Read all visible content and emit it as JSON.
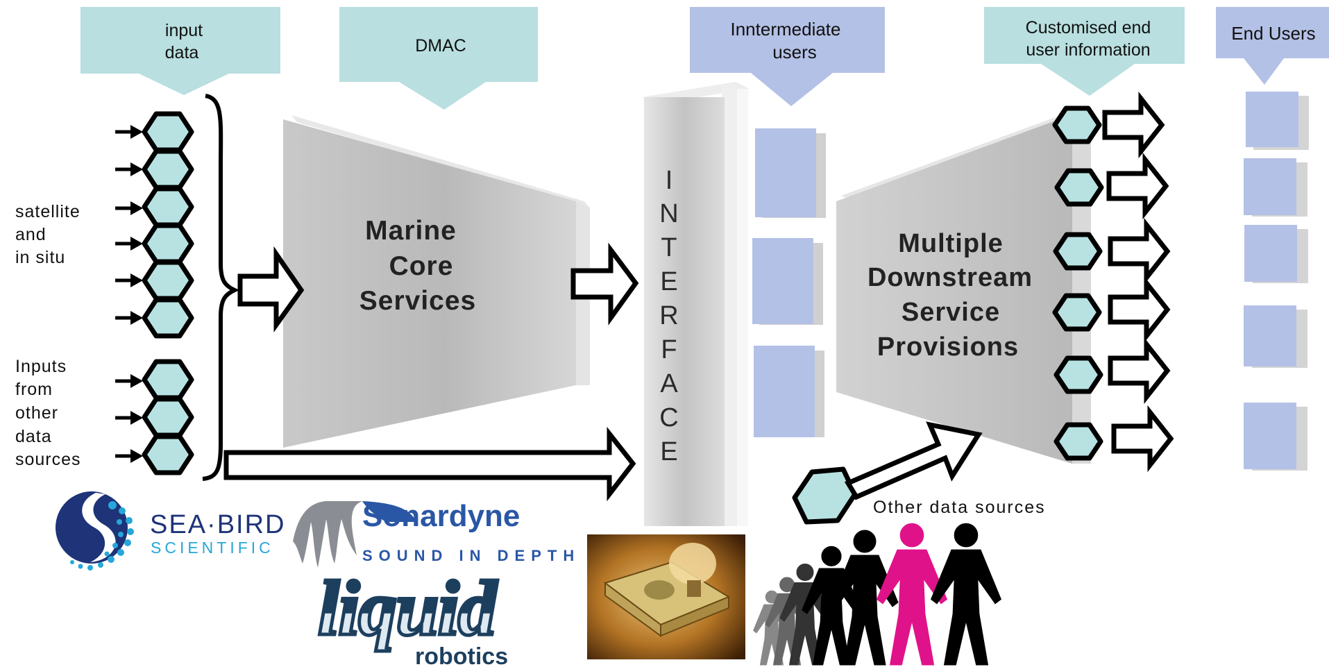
{
  "diagram": {
    "headers": {
      "input_data": [
        "input",
        "data"
      ],
      "dmac": "DMAC",
      "intermediate_users": [
        "Inntermediate",
        "users"
      ],
      "customised_info": [
        "Customised end",
        "user information"
      ],
      "end_users": "End Users"
    },
    "left_labels": {
      "satellite": [
        "satellite",
        "and",
        "in situ"
      ],
      "other_inputs": [
        "Inputs",
        "from",
        "other",
        "data",
        "sources"
      ]
    },
    "marine_core": [
      "Marine",
      "Core",
      "Services"
    ],
    "interface_letters": [
      "I",
      "N",
      "T",
      "E",
      "R",
      "F",
      "A",
      "C",
      "E"
    ],
    "downstream": [
      "Multiple",
      "Downstream",
      "Service",
      "Provisions"
    ],
    "other_data_sources": "Other data sources"
  },
  "logos": {
    "seabird": [
      "SEA·BIRD",
      "SCIENTIFIC"
    ],
    "sonardyne": [
      "Sonardyne",
      "SOUND IN DEPTH"
    ],
    "liquid": [
      "liquid",
      "robotics"
    ]
  },
  "colors": {
    "header_teal": "#b9dfe0",
    "header_lavender": "#b4c1e6",
    "hexagon_fill": "#b8e2e2",
    "block_grey": "#bdbdbd",
    "seabird_navy": "#1e3378",
    "seabird_cyan": "#26a7d9",
    "sonardyne_blue": "#2a57a5",
    "liquid_navy": "#1d3f5e",
    "figure_pink": "#e0128a",
    "figure_black": "#000000"
  }
}
